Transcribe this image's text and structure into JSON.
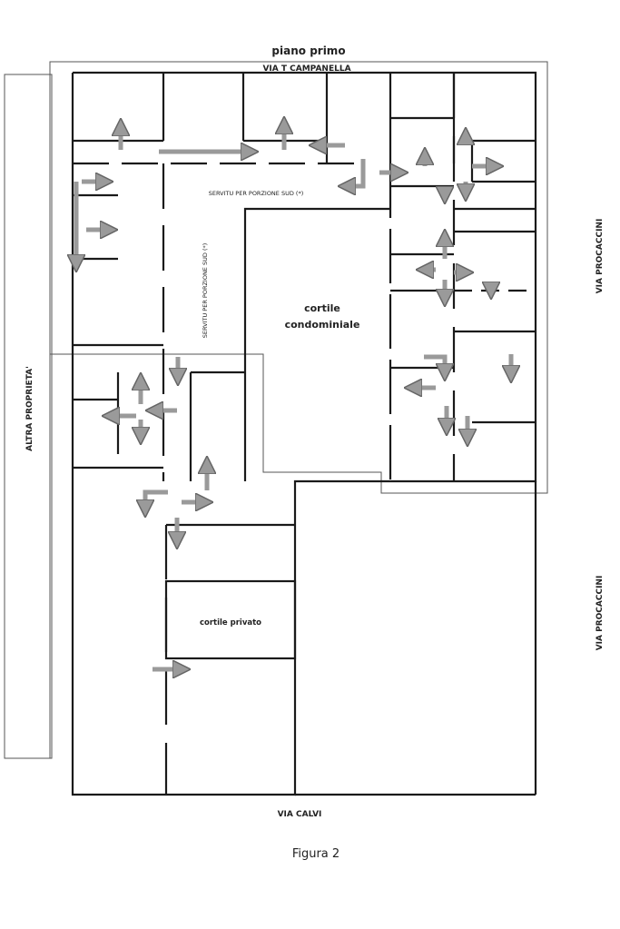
{
  "header": {
    "title": "piano primo",
    "street_top": "VIA T CAMPANELLA"
  },
  "labels": {
    "left_property": "ALTRA PROPRIETA'",
    "right_street_upper": "VIA PROCACCINI",
    "right_street_lower": "VIA PROCACCINI",
    "bottom_street": "VIA CALVI",
    "servitu_horizontal": "SERVITU PER PORZIONE SUD (*)",
    "servitu_vertical": "SERVITU PER PORZIONE SUD (*)",
    "courtyard_line1": "cortile",
    "courtyard_line2": "condominiale",
    "private_courtyard": "cortile privato"
  },
  "caption": "Figura 2",
  "colors": {
    "walls": "#1a1a1a",
    "arrows": "#9a9a9a",
    "thin_lines": "#555555"
  }
}
